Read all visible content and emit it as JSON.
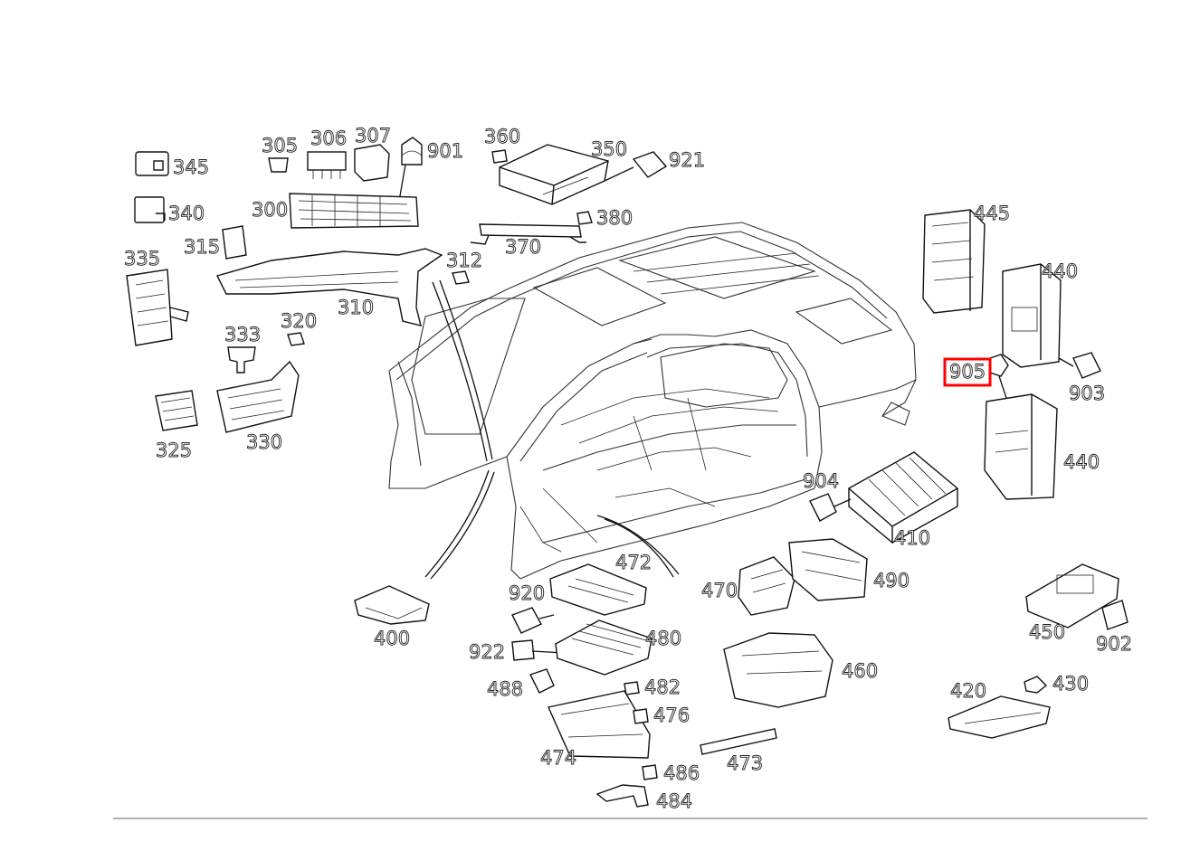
{
  "diagram": {
    "highlight": {
      "label": "905",
      "color": "#ff0000"
    },
    "colors": {
      "line": "#111111",
      "background": "#ffffff",
      "rule": "#b0b0b0"
    },
    "callouts": [
      {
        "id": "345",
        "text": "345"
      },
      {
        "id": "340",
        "text": "340"
      },
      {
        "id": "335",
        "text": "335"
      },
      {
        "id": "315",
        "text": "315"
      },
      {
        "id": "305",
        "text": "305"
      },
      {
        "id": "306",
        "text": "306"
      },
      {
        "id": "307",
        "text": "307"
      },
      {
        "id": "901",
        "text": "901"
      },
      {
        "id": "300",
        "text": "300"
      },
      {
        "id": "310",
        "text": "310"
      },
      {
        "id": "360",
        "text": "360"
      },
      {
        "id": "350",
        "text": "350"
      },
      {
        "id": "921",
        "text": "921"
      },
      {
        "id": "380",
        "text": "380"
      },
      {
        "id": "370",
        "text": "370"
      },
      {
        "id": "312",
        "text": "312"
      },
      {
        "id": "333",
        "text": "333"
      },
      {
        "id": "320",
        "text": "320"
      },
      {
        "id": "325",
        "text": "325"
      },
      {
        "id": "330",
        "text": "330"
      },
      {
        "id": "445",
        "text": "445"
      },
      {
        "id": "440a",
        "text": "440"
      },
      {
        "id": "905",
        "text": "905"
      },
      {
        "id": "903",
        "text": "903"
      },
      {
        "id": "440b",
        "text": "440"
      },
      {
        "id": "904",
        "text": "904"
      },
      {
        "id": "410",
        "text": "410"
      },
      {
        "id": "472",
        "text": "472"
      },
      {
        "id": "920",
        "text": "920"
      },
      {
        "id": "470",
        "text": "470"
      },
      {
        "id": "490",
        "text": "490"
      },
      {
        "id": "400",
        "text": "400"
      },
      {
        "id": "922",
        "text": "922"
      },
      {
        "id": "480",
        "text": "480"
      },
      {
        "id": "450",
        "text": "450"
      },
      {
        "id": "902",
        "text": "902"
      },
      {
        "id": "460",
        "text": "460"
      },
      {
        "id": "488",
        "text": "488"
      },
      {
        "id": "482",
        "text": "482"
      },
      {
        "id": "420",
        "text": "420"
      },
      {
        "id": "430",
        "text": "430"
      },
      {
        "id": "476",
        "text": "476"
      },
      {
        "id": "474",
        "text": "474"
      },
      {
        "id": "473",
        "text": "473"
      },
      {
        "id": "486",
        "text": "486"
      },
      {
        "id": "484",
        "text": "484"
      }
    ]
  }
}
